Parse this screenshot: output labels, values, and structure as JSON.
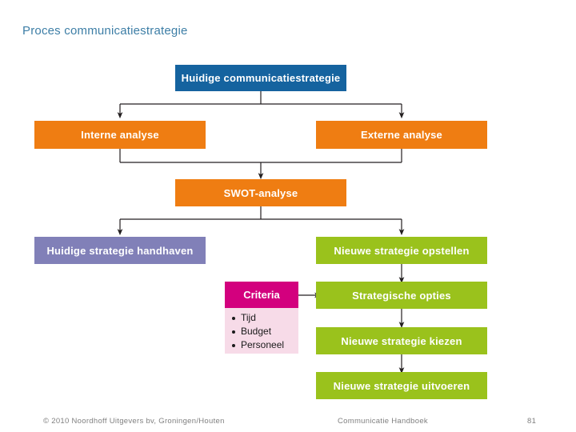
{
  "slide": {
    "title": "Proces communicatiestrategie",
    "background_color": "#ffffff",
    "title_color": "#3d7ea6"
  },
  "colors": {
    "blue": "#15639f",
    "orange": "#ef7d12",
    "purple": "#8180b8",
    "green": "#9ac21c",
    "magenta": "#d3007e",
    "pink_light": "#f7dbe8",
    "connector": "#231f20"
  },
  "diagram": {
    "type": "flowchart",
    "nodes": [
      {
        "id": "huidige-communicatiestrategie",
        "label": "Huidige communicatiestrategie",
        "color": "#15639f"
      },
      {
        "id": "interne-analyse",
        "label": "Interne analyse",
        "color": "#ef7d12"
      },
      {
        "id": "externe-analyse",
        "label": "Externe analyse",
        "color": "#ef7d12"
      },
      {
        "id": "swot-analyse",
        "label": "SWOT-analyse",
        "color": "#ef7d12"
      },
      {
        "id": "huidige-strategie-handhaven",
        "label": "Huidige strategie handhaven",
        "color": "#8180b8"
      },
      {
        "id": "nieuwe-strategie-opstellen",
        "label": "Nieuwe strategie opstellen",
        "color": "#9ac21c"
      },
      {
        "id": "strategische-opties",
        "label": "Strategische opties",
        "color": "#9ac21c"
      },
      {
        "id": "nieuwe-strategie-kiezen",
        "label": "Nieuwe strategie kiezen",
        "color": "#9ac21c"
      },
      {
        "id": "nieuwe-strategie-uitvoeren",
        "label": "Nieuwe strategie uitvoeren",
        "color": "#9ac21c"
      }
    ],
    "criteria": {
      "header": "Criteria",
      "items": [
        "Tijd",
        "Budget",
        "Personeel"
      ]
    },
    "edges": [
      {
        "from": "huidige-communicatiestrategie",
        "to": "interne-analyse"
      },
      {
        "from": "huidige-communicatiestrategie",
        "to": "externe-analyse"
      },
      {
        "from": "interne-analyse",
        "to": "swot-analyse"
      },
      {
        "from": "externe-analyse",
        "to": "swot-analyse"
      },
      {
        "from": "swot-analyse",
        "to": "huidige-strategie-handhaven"
      },
      {
        "from": "swot-analyse",
        "to": "nieuwe-strategie-opstellen"
      },
      {
        "from": "nieuwe-strategie-opstellen",
        "to": "strategische-opties"
      },
      {
        "from": "criteria",
        "to": "strategische-opties"
      },
      {
        "from": "strategische-opties",
        "to": "nieuwe-strategie-kiezen"
      },
      {
        "from": "nieuwe-strategie-kiezen",
        "to": "nieuwe-strategie-uitvoeren"
      }
    ]
  },
  "footer": {
    "copyright": "© 2010 Noordhoff Uitgevers bv, Groningen/Houten",
    "center": "Communicatie Handboek",
    "page": "81"
  }
}
